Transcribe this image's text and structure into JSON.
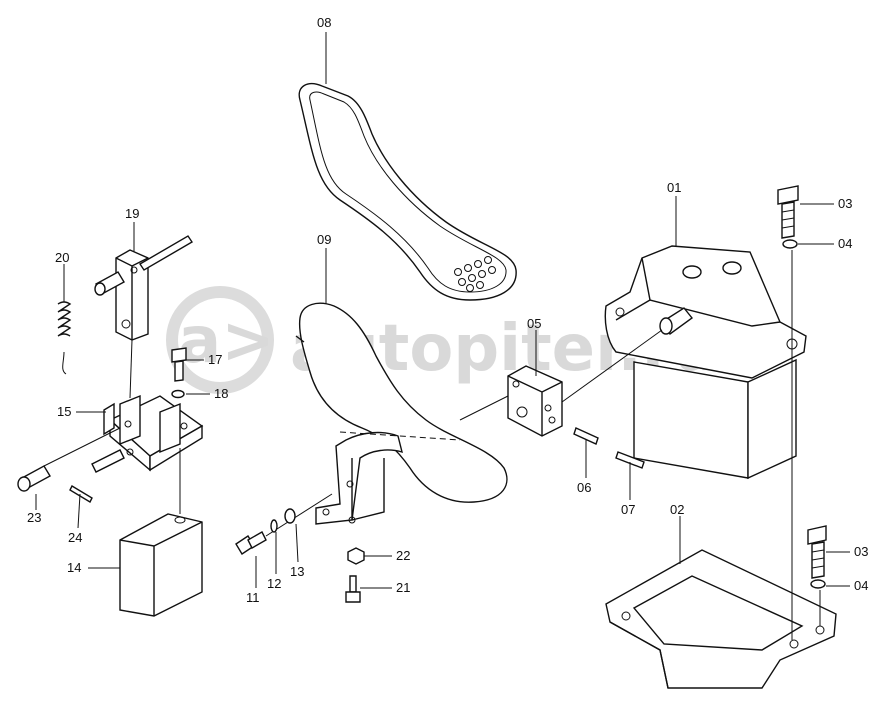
{
  "watermark": {
    "text": "autopiter.ru",
    "logo_glyph": "a>"
  },
  "callouts": [
    {
      "id": "c01",
      "label": "01"
    },
    {
      "id": "c02",
      "label": "02"
    },
    {
      "id": "c03a",
      "label": "03"
    },
    {
      "id": "c04a",
      "label": "04"
    },
    {
      "id": "c03b",
      "label": "03"
    },
    {
      "id": "c04b",
      "label": "04"
    },
    {
      "id": "c05",
      "label": "05"
    },
    {
      "id": "c06",
      "label": "06"
    },
    {
      "id": "c07",
      "label": "07"
    },
    {
      "id": "c08",
      "label": "08"
    },
    {
      "id": "c09",
      "label": "09"
    },
    {
      "id": "c11",
      "label": "11"
    },
    {
      "id": "c12",
      "label": "12"
    },
    {
      "id": "c13",
      "label": "13"
    },
    {
      "id": "c14",
      "label": "14"
    },
    {
      "id": "c15",
      "label": "15"
    },
    {
      "id": "c17",
      "label": "17"
    },
    {
      "id": "c18",
      "label": "18"
    },
    {
      "id": "c19",
      "label": "19"
    },
    {
      "id": "c20",
      "label": "20"
    },
    {
      "id": "c21",
      "label": "21"
    },
    {
      "id": "c22",
      "label": "22"
    },
    {
      "id": "c23",
      "label": "23"
    },
    {
      "id": "c24",
      "label": "24"
    }
  ]
}
